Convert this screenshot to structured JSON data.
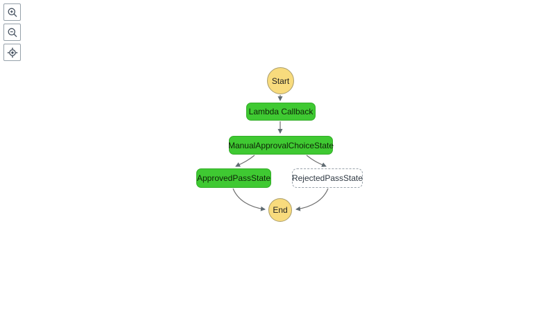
{
  "toolbar": {
    "buttons": [
      {
        "name": "zoom-in",
        "icon": "magnifier-plus-icon"
      },
      {
        "name": "zoom-out",
        "icon": "magnifier-minus-icon"
      },
      {
        "name": "center-graph",
        "icon": "target-icon"
      }
    ]
  },
  "graph": {
    "nodes": [
      {
        "id": "start",
        "label": "Start",
        "type": "terminal",
        "fill": "#f8db7d"
      },
      {
        "id": "lambda",
        "label": "Lambda Callback",
        "type": "state",
        "status": "succeeded",
        "fill": "#3fc932"
      },
      {
        "id": "choice",
        "label": "ManualApprovalChoiceState",
        "type": "state",
        "status": "succeeded",
        "fill": "#3fc932"
      },
      {
        "id": "approved",
        "label": "ApprovedPassState",
        "type": "state",
        "status": "succeeded",
        "fill": "#3fc932"
      },
      {
        "id": "rejected",
        "label": "RejectedPassState",
        "type": "state",
        "status": "not-executed",
        "fill": "#ffffff"
      },
      {
        "id": "end",
        "label": "End",
        "type": "terminal",
        "fill": "#f8db7d"
      }
    ],
    "edges": [
      {
        "from": "start",
        "to": "lambda"
      },
      {
        "from": "lambda",
        "to": "choice"
      },
      {
        "from": "choice",
        "to": "approved"
      },
      {
        "from": "choice",
        "to": "rejected"
      },
      {
        "from": "approved",
        "to": "end"
      },
      {
        "from": "rejected",
        "to": "end"
      }
    ],
    "colors": {
      "succeeded_fill": "#3fc932",
      "succeeded_border": "#31ad26",
      "terminal_fill": "#f8db7d",
      "terminal_border": "#a99c6b",
      "not_executed_border": "#98a1a9",
      "edge": "#6e6e6e",
      "background": "#ffffff"
    }
  }
}
